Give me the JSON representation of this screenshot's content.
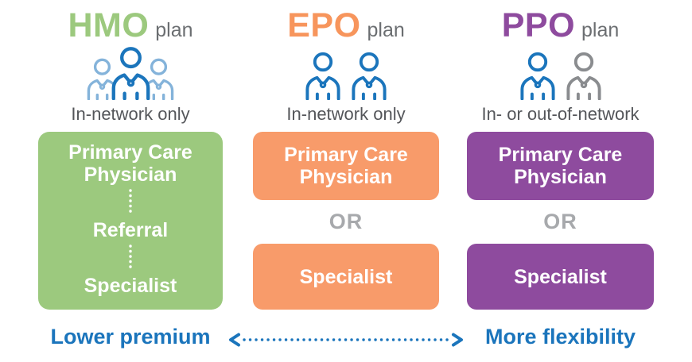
{
  "columns": [
    {
      "abbr": "HMO",
      "plan_word": "plan",
      "network": "In-network only",
      "icon": "three-people-icon",
      "flow": [
        "Primary Care Physician",
        "Referral",
        "Specialist"
      ],
      "color": "#9cc97e"
    },
    {
      "abbr": "EPO",
      "plan_word": "plan",
      "network": "In-network only",
      "icon": "two-people-icon",
      "or_label": "OR",
      "options": [
        "Primary Care Physician",
        "Specialist"
      ],
      "color": "#f89b6a"
    },
    {
      "abbr": "PPO",
      "plan_word": "plan",
      "network": "In- or out-of-network",
      "icon": "two-people-in-out-icon",
      "or_label": "OR",
      "options": [
        "Primary Care Physician",
        "Specialist"
      ],
      "color": "#8e4b9e"
    }
  ],
  "footer": {
    "left_label": "Lower premium",
    "right_label": "More flexibility"
  },
  "colors": {
    "hmo_green": "#9cc97e",
    "epo_orange": "#f89b6a",
    "ppo_purple": "#8e4b9e",
    "accent_blue": "#1b75bc",
    "light_blue_person": "#84b3da",
    "gray_person": "#8a8c8f",
    "text_gray": "#54565a",
    "or_gray": "#a7a9ac"
  }
}
